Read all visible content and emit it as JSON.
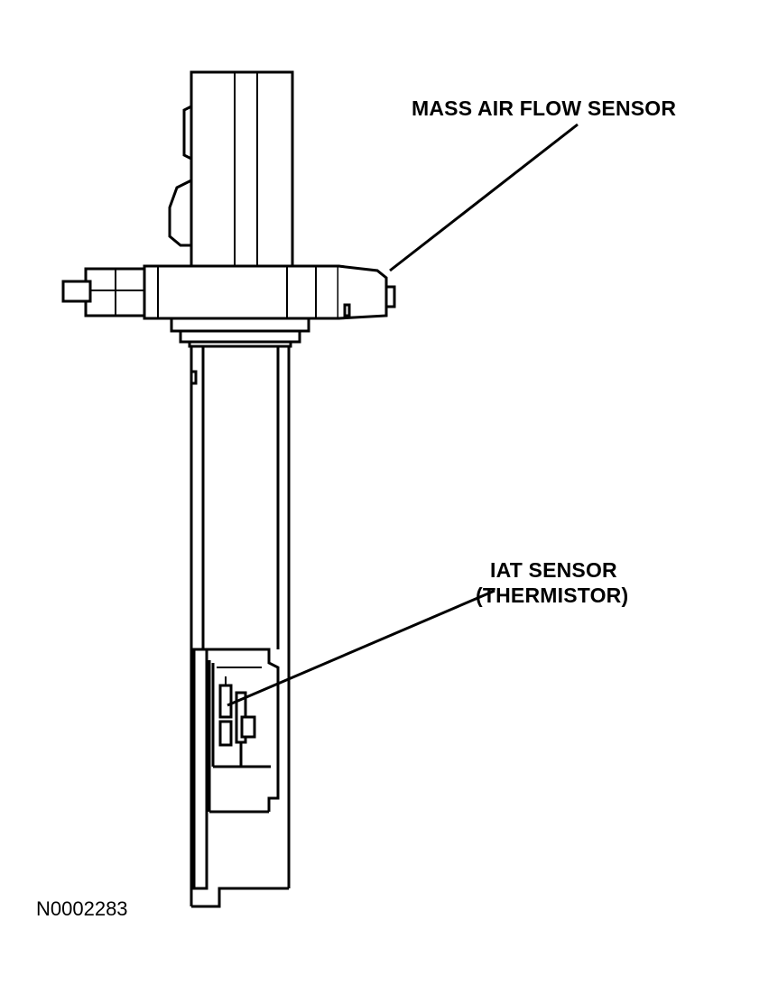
{
  "labels": {
    "mass_air_flow_sensor": "MASS AIR FLOW SENSOR",
    "iat_sensor_line1": "IAT SENSOR",
    "iat_sensor_line2": "(THERMISTOR)"
  },
  "figure_id": "N0002283",
  "colors": {
    "line": "#000000",
    "background": "#ffffff"
  }
}
